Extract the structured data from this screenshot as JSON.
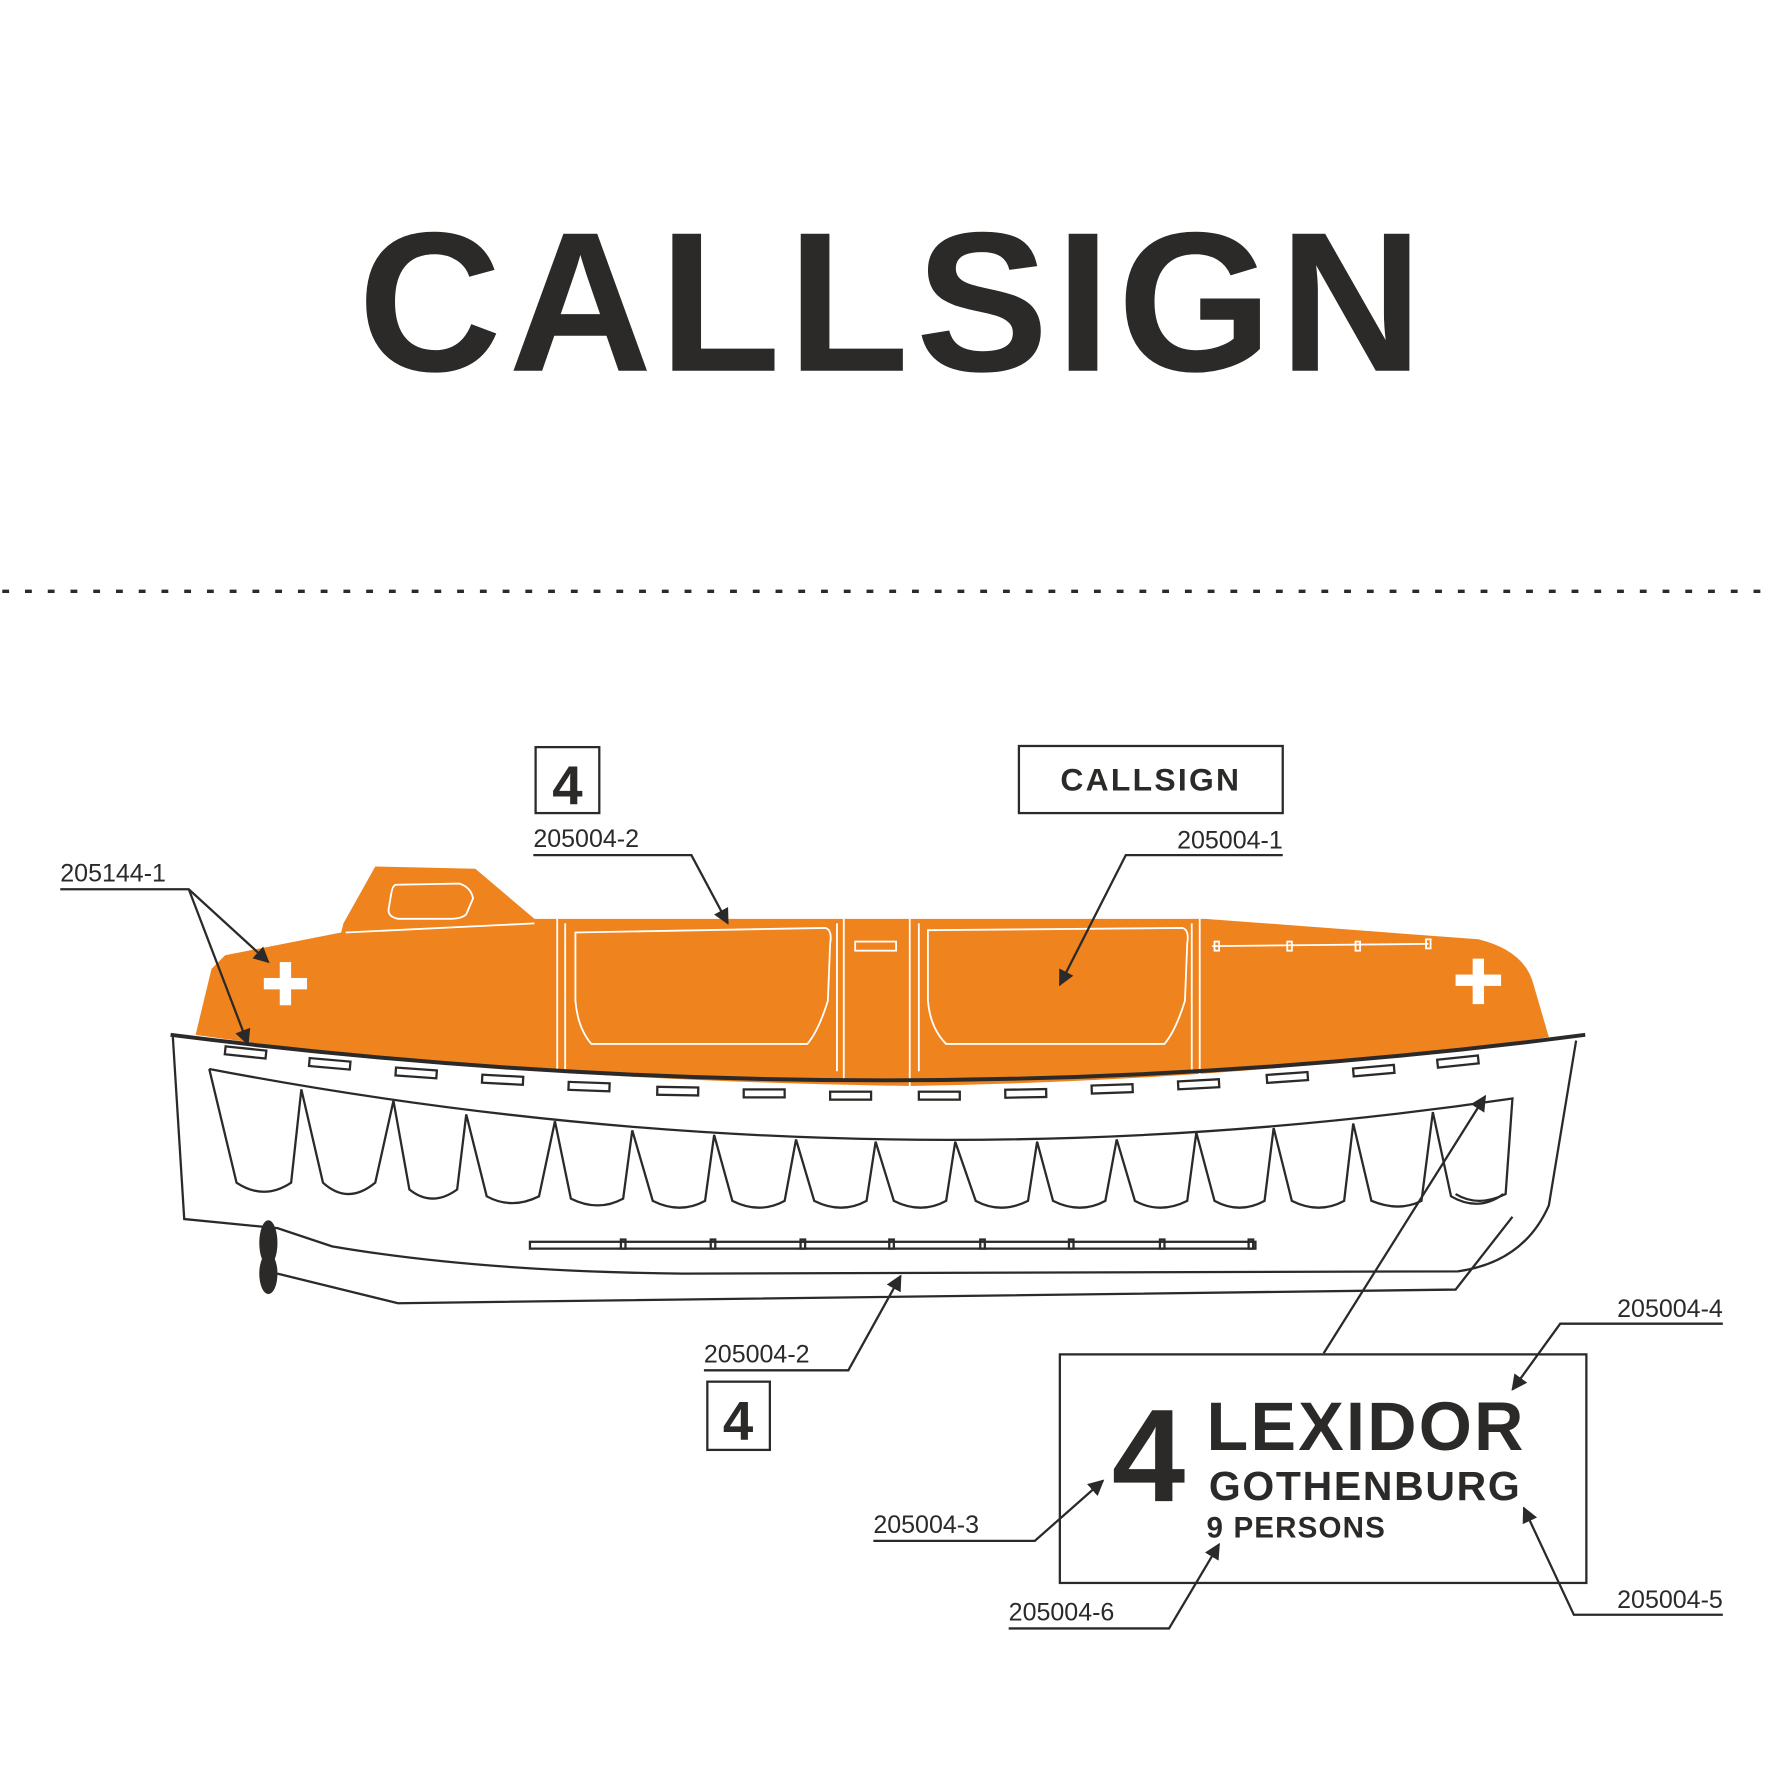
{
  "title": "CALLSIGN",
  "colors": {
    "ink": "#2b2a28",
    "canopy_orange": "#ef831e",
    "background": "#ffffff"
  },
  "top_labels": {
    "number_badge": "4",
    "number_part": "205004-2",
    "callsign_badge": "CALLSIGN",
    "callsign_part": "205004-1",
    "reflective_part": "205144-1"
  },
  "bottom_labels": {
    "hull_part": "205004-2",
    "hull_number_badge": "4"
  },
  "nameplate": {
    "number": "4",
    "ship_name": "LEXIDOR",
    "home_port": "GOTHENBURG",
    "capacity": "9 PERSONS",
    "parts": {
      "name": "205004-4",
      "number": "205004-3",
      "port": "205004-5",
      "capacity": "205004-6"
    }
  },
  "icons": [
    "cross-icon",
    "propeller-icon",
    "arrow-icon"
  ]
}
